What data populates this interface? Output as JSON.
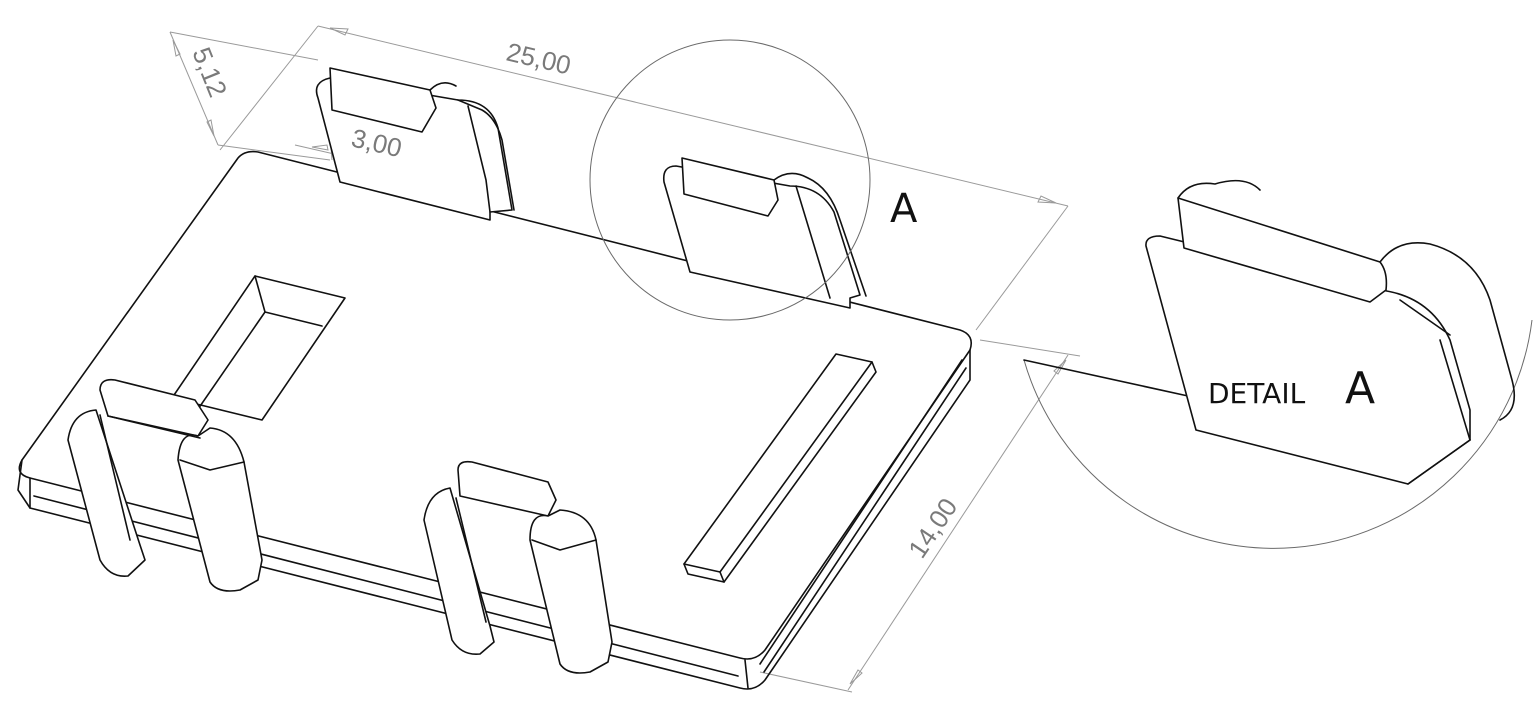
{
  "drawing": {
    "type": "isometric CAD part drawing",
    "dimensions": {
      "overall_length": "25,00",
      "overall_width": "14,00",
      "clip_height": "5,12",
      "clip_width": "3,00"
    },
    "detail_callout": {
      "marker_label": "A",
      "detail_title_prefix": "DETAIL",
      "detail_title_letter": "A"
    },
    "colors": {
      "edge": "#111111",
      "dimension": "#9a9a9a",
      "dimension_text": "#7a7a7a",
      "background": "#ffffff"
    }
  }
}
